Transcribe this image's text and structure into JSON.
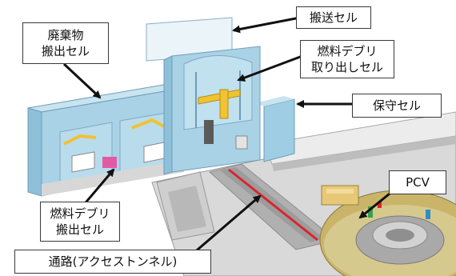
{
  "labels": {
    "waste_cell": [
      "廃棄物",
      "搬出セル"
    ],
    "transfer_cell": "搬送セル",
    "debris_retrieval_cell": [
      "燃料デブリ",
      "取り出しセル"
    ],
    "maintenance_cell": "保守セル",
    "pcv": "PCV",
    "debris_export_cell": [
      "燃料デブリ",
      "搬出セル"
    ],
    "access_tunnel": "通路(アクセストンネル)"
  },
  "colors": {
    "cell_face": "#a9d2e6",
    "cell_top": "#c9e4f1",
    "cell_side": "#8ec0da",
    "concrete_light": "#e6e6e6",
    "concrete_mid": "#c9c9c9",
    "concrete_dark": "#a5a5a5",
    "crane_yellow": "#f1c232",
    "tunnel_red": "#d8262e",
    "pcv_floor": "#c9b46a",
    "arrow": "#111111"
  },
  "icons": [
    "arrow-pointer-icon"
  ]
}
